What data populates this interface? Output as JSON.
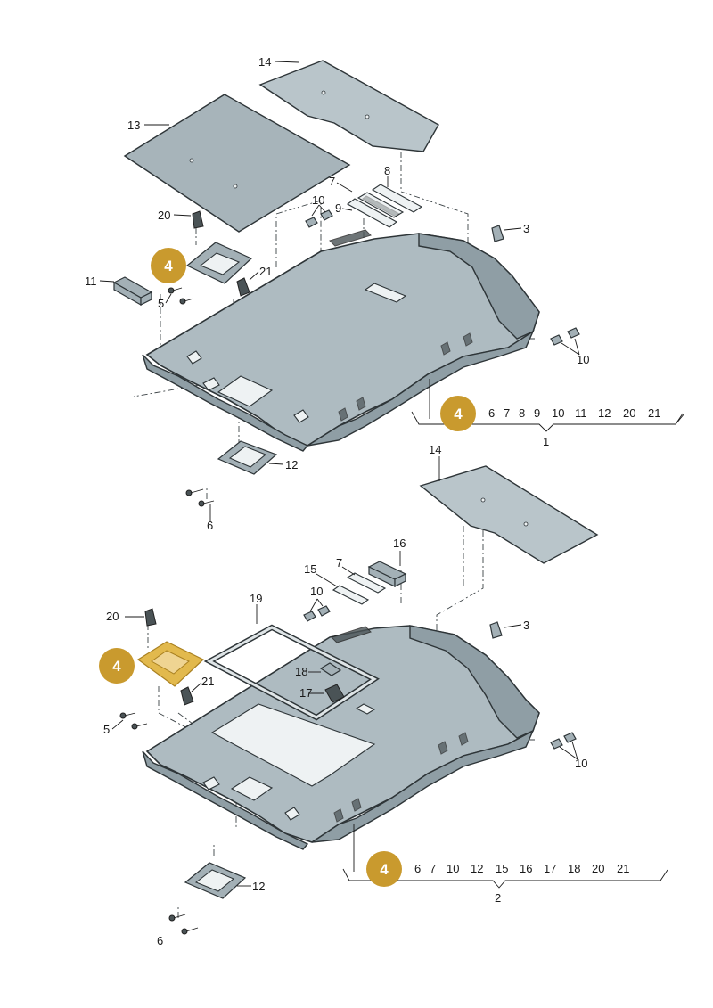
{
  "callouts": {
    "c14a": "14",
    "c13": "13",
    "c8": "8",
    "c7a": "7",
    "c10a": "10",
    "c9": "9",
    "c20a": "20",
    "c3a": "3",
    "c11": "11",
    "c21a": "21",
    "c5a": "5",
    "c10b": "10",
    "c12a": "12",
    "c6a": "6",
    "c1": "1",
    "c14b": "14",
    "c16": "16",
    "c15": "15",
    "c7b": "7",
    "c10c": "10",
    "c19": "19",
    "c20b": "20",
    "c3b": "3",
    "c18": "18",
    "c21b": "21",
    "c17": "17",
    "c5b": "5",
    "c10d": "10",
    "c12b": "12",
    "c6b": "6",
    "c2": "2"
  },
  "highlight": {
    "label": "4",
    "color": "#c99a2e",
    "part_color": "#e2b94d"
  },
  "assembly1_list": [
    "6",
    "7",
    "8",
    "9",
    "10",
    "11",
    "12",
    "20",
    "21"
  ],
  "assembly2_list": [
    "6",
    "7",
    "10",
    "12",
    "15",
    "16",
    "17",
    "18",
    "20",
    "21"
  ]
}
